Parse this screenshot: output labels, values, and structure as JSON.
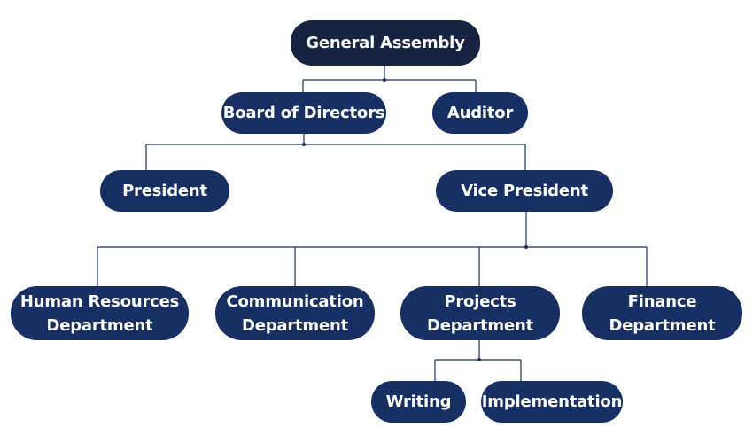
{
  "org_chart": {
    "general_assembly": "General Assembly",
    "board_of_directors": "Board of Directors",
    "auditor": "Auditor",
    "president": "President",
    "vice_president": "Vice President",
    "human_resources": {
      "line1": "Human Resources",
      "line2": "Department"
    },
    "communication": {
      "line1": "Communication",
      "line2": "Department"
    },
    "projects": {
      "line1": "Projects",
      "line2": "Department"
    },
    "finance": {
      "line1": "Finance",
      "line2": "Department"
    },
    "writing": "Writing",
    "implementation": "Implementation"
  },
  "colors": {
    "top_node": "#172343",
    "node": "#172f62",
    "connector": "#1a2e5e",
    "text": "#ffffff"
  }
}
